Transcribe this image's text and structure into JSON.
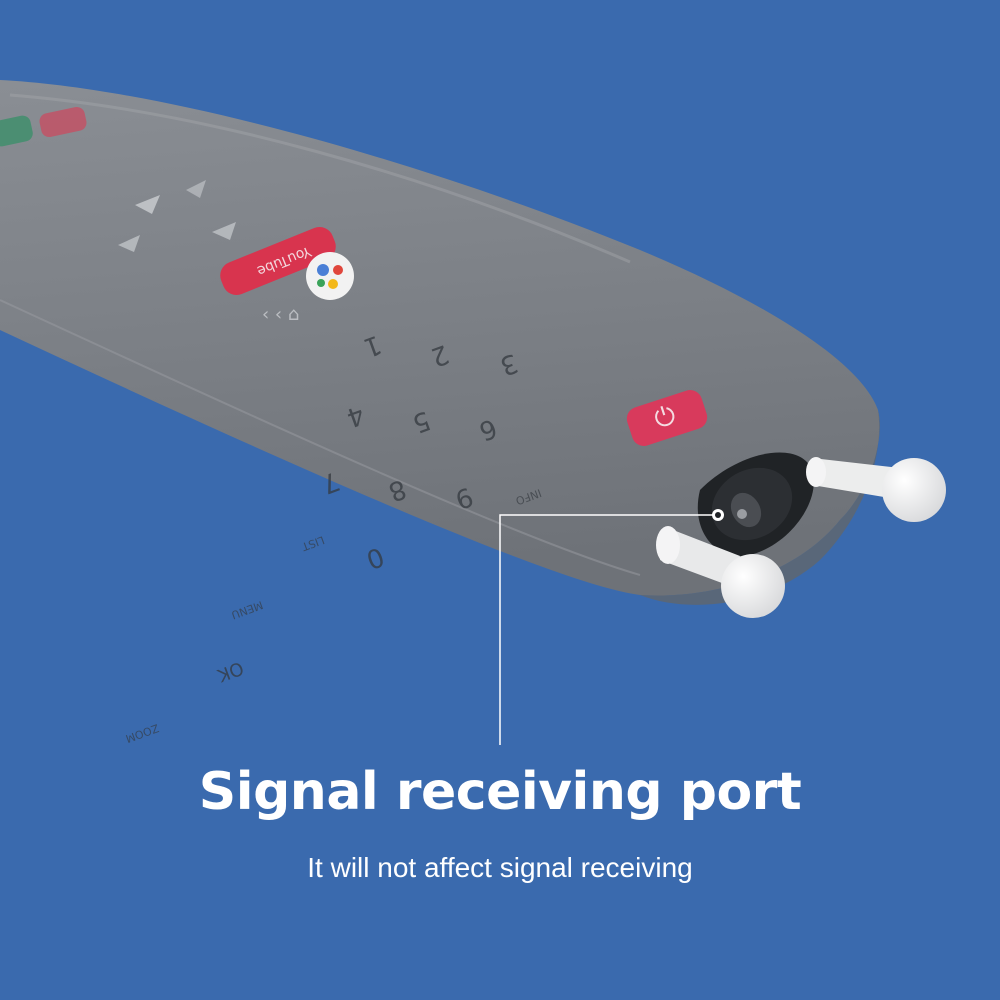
{
  "caption": {
    "title": "Signal receiving port",
    "subtitle": "It will not affect signal receiving"
  },
  "remote": {
    "button_labels": [
      "YouTube",
      "OK",
      "MENU",
      "INFO",
      "LIST",
      "ZOOM",
      "1",
      "2",
      "3",
      "4",
      "5",
      "6",
      "7",
      "8",
      "9",
      "0"
    ]
  },
  "colors": {
    "background": "#3a6aae",
    "cover": "#7d8187",
    "power_button": "#d83a5c",
    "youtube_button": "#d8344e",
    "caption_text": "#ffffff"
  }
}
